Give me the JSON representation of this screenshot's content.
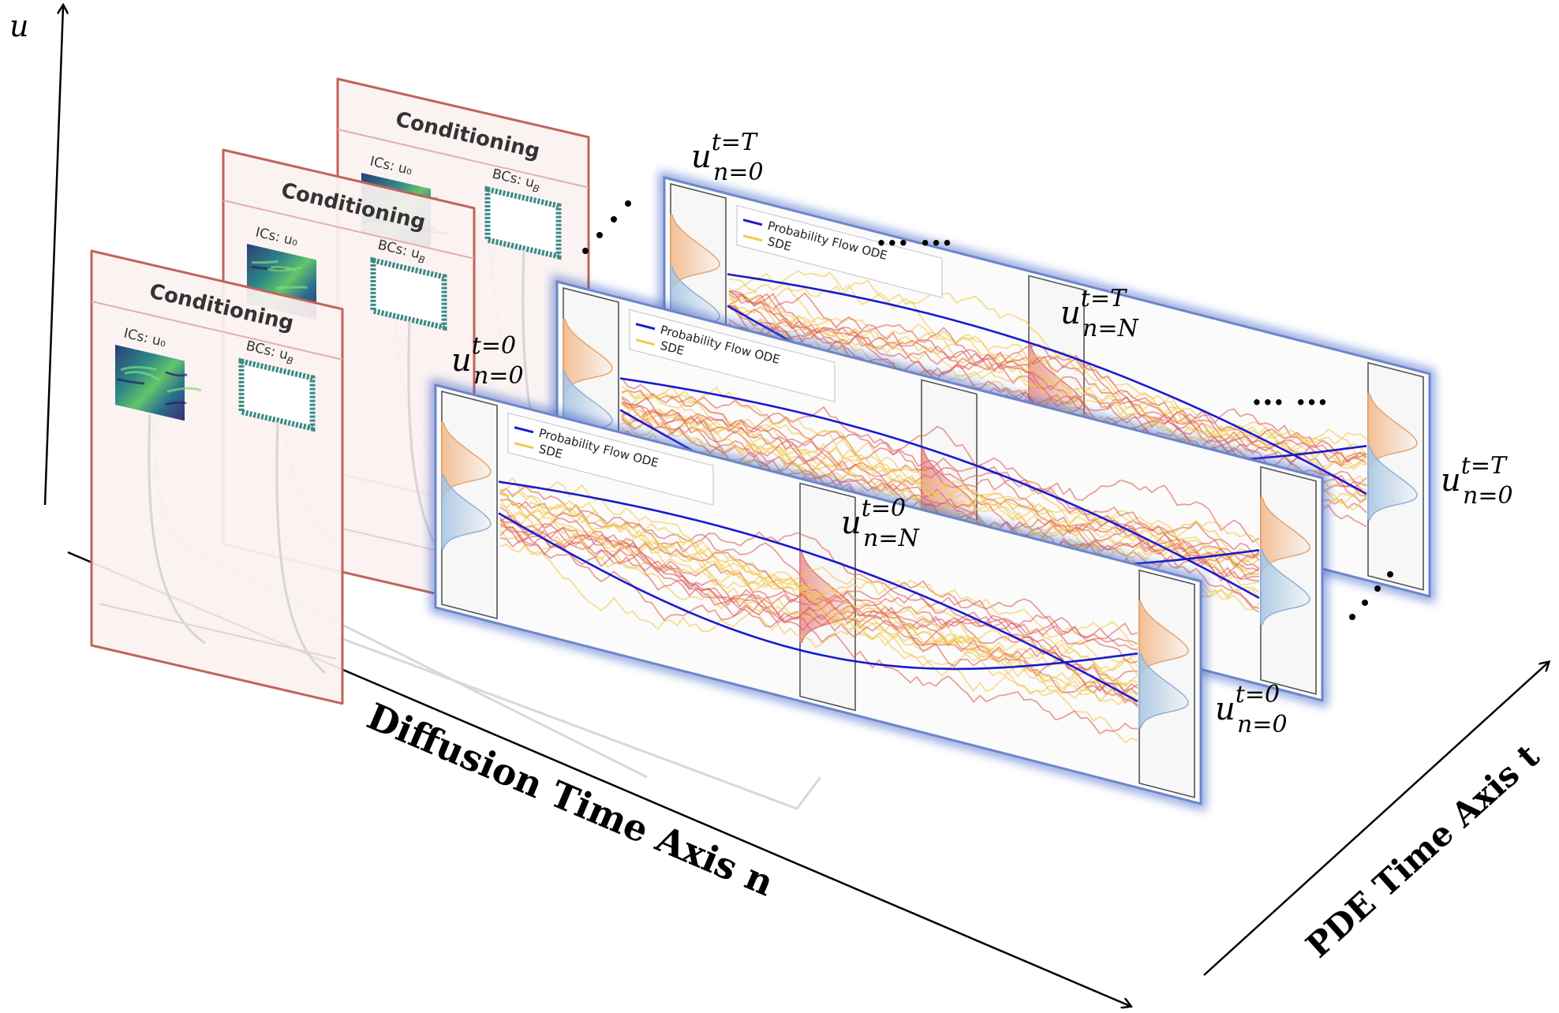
{
  "axes": {
    "u_label": "u",
    "diffusion_label": "Diffusion Time Axis n",
    "pde_label": "PDE Time Axis t"
  },
  "conditioning": {
    "title": "Conditioning",
    "ics_label": "ICs: u₀",
    "bcs_label": "BCs: u",
    "bcs_sub": "B"
  },
  "legend": {
    "ode": "Probability Flow ODE",
    "sde": "SDE"
  },
  "u_labels": {
    "front_left": {
      "base": "u",
      "sup": "t=0",
      "sub": "n=0"
    },
    "front_mid": {
      "base": "u",
      "sup": "t=0",
      "sub": "n=N"
    },
    "front_right": {
      "base": "u",
      "sup": "t=0",
      "sub": "n=0"
    },
    "back_left": {
      "base": "u",
      "sup": "t=T",
      "sub": "n=0"
    },
    "back_mid": {
      "base": "u",
      "sup": "t=T",
      "sub": "n=N"
    },
    "back_right": {
      "base": "u",
      "sup": "t=T",
      "sub": "n=0"
    }
  },
  "ellipses": [
    "··· ···",
    "··· ···"
  ],
  "colors": {
    "panel_glow": "#3a5fc8",
    "conditioning_border": "#c0635a",
    "ode_line": "#1a1ad0",
    "sde_yellow": "#f2c94c",
    "sde_red": "#e0605e",
    "dist_orange": "#f4b98a",
    "dist_blue": "#a9c6e3",
    "dist_red": "#ea9a9a"
  }
}
